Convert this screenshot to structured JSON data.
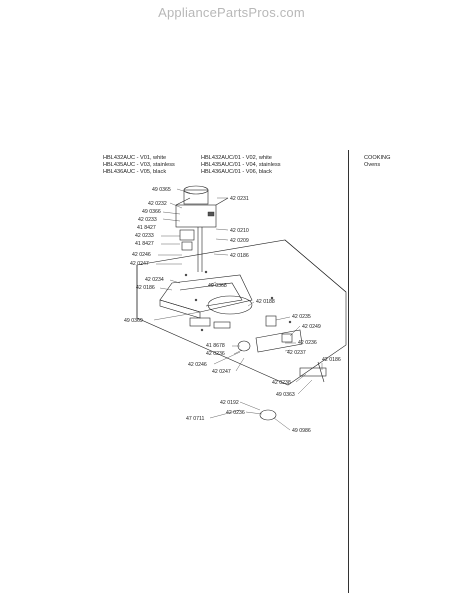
{
  "watermark": "AppliancePartsPros.com",
  "header": {
    "models_left": [
      "HBL432AUC - V01, white",
      "HBL435AUC - V03, stainless",
      "HBL436AUC - V05, black"
    ],
    "models_right": [
      "HBL432AUC/01 - V02, white",
      "HBL435AUC/01 - V04, stainless",
      "HBL436AUC/01 - V06, black"
    ],
    "category": [
      "COOKING",
      "Ovens"
    ]
  },
  "labels": {
    "l1": "49 0365",
    "l2": "42 0231",
    "l3": "42 0232",
    "l4": "49 0366",
    "l5": "42 0233",
    "l6": "42 0210",
    "l7": "42 0209",
    "l8": "41 8427",
    "l9": "42 0233",
    "l10": "41 8427",
    "l11": "42 0246",
    "l12": "42 0186",
    "l13": "42 0247",
    "l14": "42 0234",
    "l15": "49 0368",
    "l16": "42 0186",
    "l17": "42 0188",
    "l18": "49 0369",
    "l19": "42 0235",
    "l20": "42 0249",
    "l21": "41 8678",
    "l22": "42 0236",
    "l23": "42 0236",
    "l24": "42 0237",
    "l25": "42 0247",
    "l26": "42 0186",
    "l27": "42 0246",
    "l28": "42 0238",
    "l29": "49 0363",
    "l30": "42 0192",
    "l31": "47 0711",
    "l32": "42 0236",
    "l33": "49 0986"
  }
}
